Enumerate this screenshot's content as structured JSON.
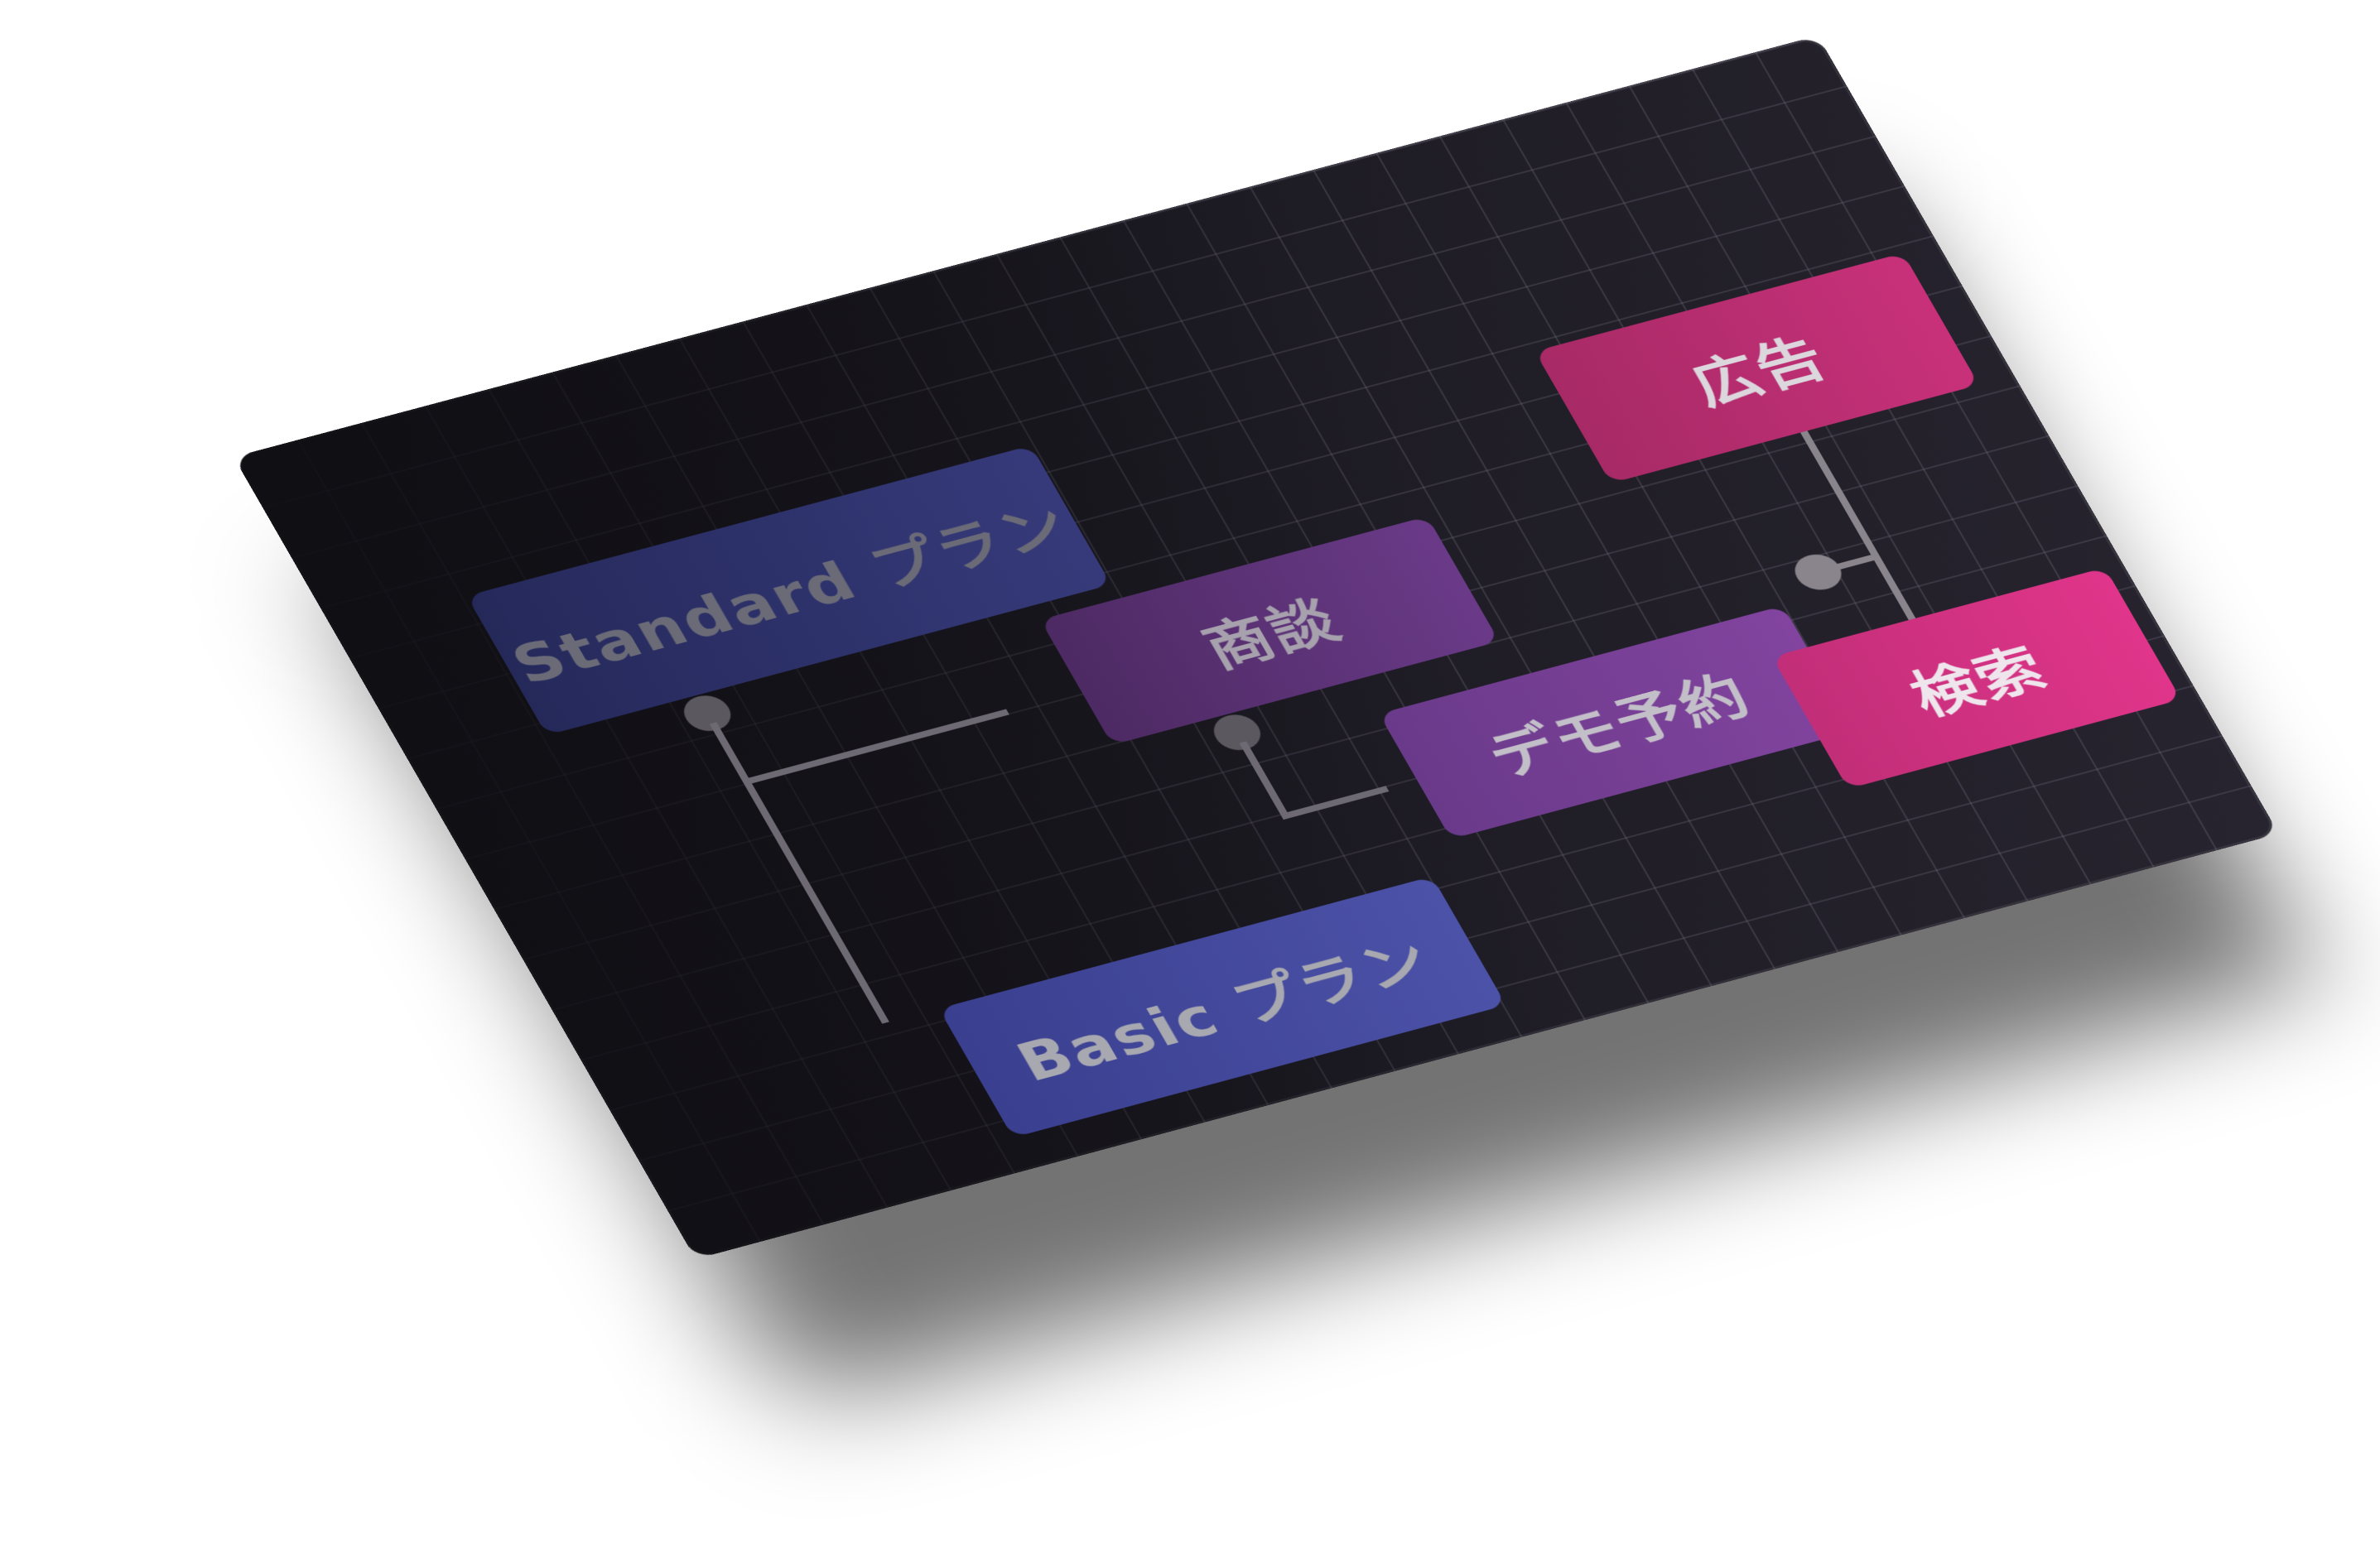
{
  "diagram": {
    "nodes": {
      "standard_plan": {
        "label": "Standard プラン",
        "color": "#2e3270"
      },
      "shodan": {
        "label": "商談",
        "color": "#5c3378"
      },
      "demo_booking": {
        "label": "デモ予約",
        "color": "#7a409a"
      },
      "basic_plan": {
        "label": "Basic プラン",
        "color": "#454aa0"
      },
      "advertising": {
        "label": "広告",
        "color": "#bc2e72"
      },
      "search": {
        "label": "検索",
        "color": "#d93386"
      }
    },
    "edges": [
      {
        "from": "standard_plan",
        "to": "shodan"
      },
      {
        "from": "standard_plan",
        "to": "basic_plan"
      },
      {
        "from": "shodan",
        "to": "demo_booking"
      },
      {
        "from": "demo_booking",
        "to": "advertising"
      },
      {
        "from": "demo_booking",
        "to": "search"
      }
    ],
    "background_color": "#1f1d25",
    "connector_color": "#8a858c"
  }
}
